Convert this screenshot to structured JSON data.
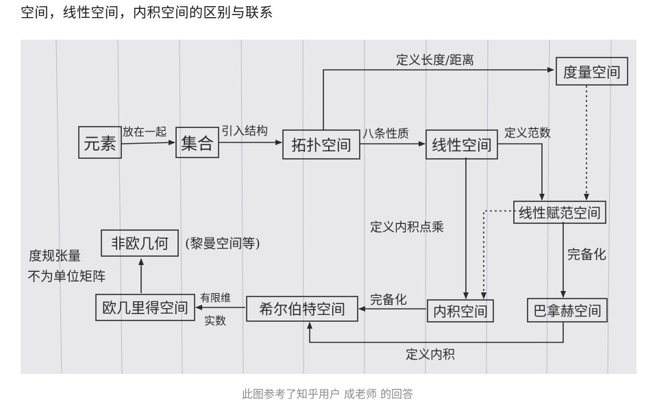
{
  "page": {
    "title": "空间，线性空间，内积空间的区别与联系",
    "caption": "此图参考了知乎用户 成老师 的回答"
  },
  "diagram": {
    "nodes": {
      "element": "元素",
      "set": "集合",
      "topological_space": "拓扑空间",
      "linear_space": "线性空间",
      "metric_space": "度量空间",
      "normed_space": "线性赋范空间",
      "inner_product_space": "内积空间",
      "banach_space": "巴拿赫空间",
      "hilbert_space": "希尔伯特空间",
      "euclidean_space": "欧几里得空间",
      "non_euclidean_geometry": "非欧几何"
    },
    "edge_labels": {
      "put_together": "放在一起",
      "introduce_structure": "引入结构",
      "eight_properties": "八条性质",
      "define_length_distance": "定义长度/距离",
      "define_norm": "定义范数",
      "define_inner_product_dot": "定义内积点乘",
      "completion_1": "完备化",
      "completion_2": "完备化",
      "finite_dim_real": [
        "有限维",
        "实数"
      ],
      "define_inner_product": "定义内积"
    },
    "notes": {
      "riemann": "(黎曼空间等)",
      "metric_tensor": [
        "度规张量",
        "不为单位矩阵"
      ]
    }
  }
}
